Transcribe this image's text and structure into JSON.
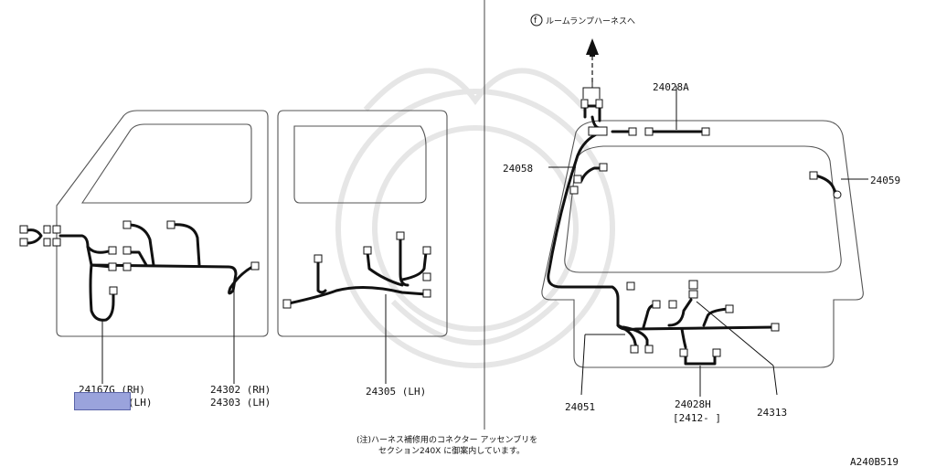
{
  "room_lamp_label": "ルームランプハーネスへ",
  "room_lamp_marker": "f",
  "labels": {
    "p24028A": "24028A",
    "p24058": "24058",
    "p24059": "24059",
    "p24051": "24051",
    "p24028H": "24028H",
    "p24028H_range": "[2412-   ]",
    "p24313": "24313",
    "p24167G": "24167G (RH)",
    "p24167G_lh": "(LH)",
    "p24302": "24302 (RH)",
    "p24303": "24303 (LH)",
    "p24305": "24305 (LH)"
  },
  "note_line1": "(注)ハーネス補修用のコネクター  アッセンブリを",
  "note_line2": "セクション240X に御案内しています。",
  "figure_code": "A240B519",
  "colors": {
    "highlight": "#9aa3dc",
    "harness": "#111111",
    "outline": "#555555"
  }
}
